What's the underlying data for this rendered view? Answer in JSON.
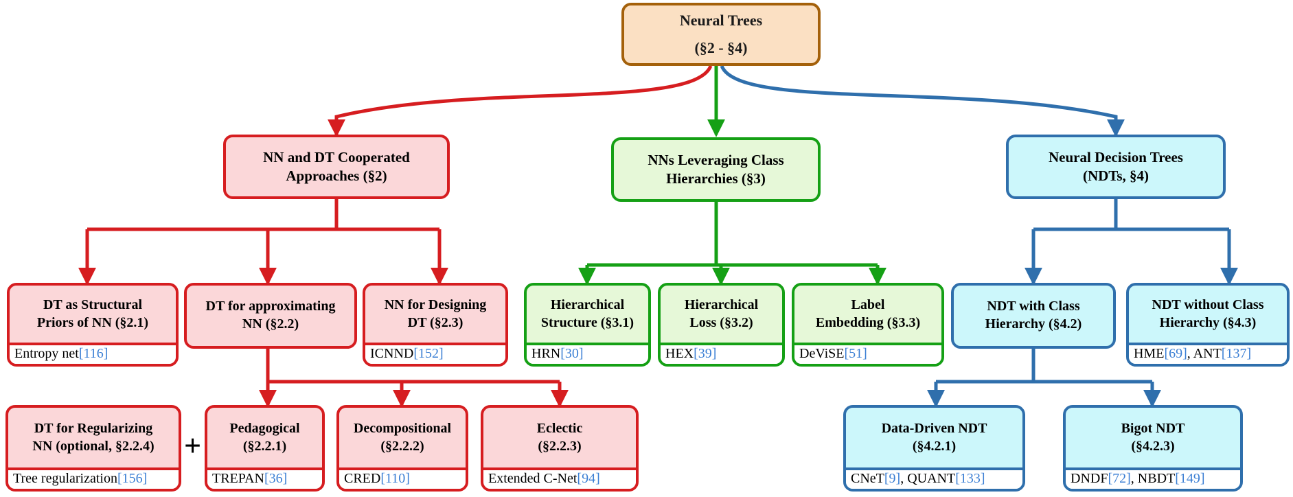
{
  "figure": {
    "type": "taxonomy-tree-diagram",
    "title": "Neural Trees taxonomy",
    "colors": {
      "root_border": "#a4610b",
      "root_fill": "#fbe0c3",
      "red_border": "#d61d20",
      "red_fill": "#fbd7d9",
      "green_border": "#15a015",
      "green_fill": "#e6f8d8",
      "blue_border": "#2f6fac",
      "blue_fill": "#ccf7fb",
      "reference_link": "#3b7fd4",
      "background": "#ffffff"
    }
  },
  "root": {
    "line1": "Neural Trees",
    "line2": "(§2 - §4)"
  },
  "branches": {
    "red": {
      "line1": "NN and DT Cooperated",
      "line2": "Approaches (§2)"
    },
    "green": {
      "line1": "NNs Leveraging Class",
      "line2": "Hierarchies (§3)"
    },
    "blue": {
      "line1": "Neural Decision Trees",
      "line2": "(NDTs, §4)"
    }
  },
  "red_level3": [
    {
      "line1": "DT as Structural",
      "line2": "Priors of NN (§2.1)",
      "cite_text": "Entropy net ",
      "cite_ref": "[116]"
    },
    {
      "line1": "DT for approximating",
      "line2": "NN (§2.2)",
      "cite_text": "",
      "cite_ref": ""
    },
    {
      "line1": "NN for Designing",
      "line2": "DT (§2.3)",
      "cite_text": "ICNND ",
      "cite_ref": "[152]"
    }
  ],
  "red_level4": [
    {
      "line1": "DT for Regularizing",
      "line2": "NN (optional, §2.2.4)",
      "cite_text": "Tree regularization ",
      "cite_ref": "[156]"
    },
    {
      "line1": "Pedagogical",
      "line2": "(§2.2.1)",
      "cite_text": "TREPAN ",
      "cite_ref": "[36]"
    },
    {
      "line1": "Decompositional",
      "line2": "(§2.2.2)",
      "cite_text": "CRED ",
      "cite_ref": "[110]"
    },
    {
      "line1": "Eclectic",
      "line2": "(§2.2.3)",
      "cite_text": "Extended C-Net ",
      "cite_ref": "[94]"
    }
  ],
  "plus_sign": "+",
  "green_level3": [
    {
      "line1": "Hierarchical",
      "line2": "Structure (§3.1)",
      "cite_text": "HRN ",
      "cite_ref": "[30]"
    },
    {
      "line1": "Hierarchical",
      "line2": "Loss (§3.2)",
      "cite_text": "HEX ",
      "cite_ref": "[39]"
    },
    {
      "line1": "Label",
      "line2": "Embedding (§3.3)",
      "cite_text": "DeViSE ",
      "cite_ref": "[51]"
    }
  ],
  "blue_level3": [
    {
      "line1": "NDT with Class",
      "line2": "Hierarchy (§4.2)",
      "cite_text": "",
      "cite_ref": ""
    },
    {
      "line1": "NDT without Class",
      "line2": "Hierarchy (§4.3)",
      "cite_text": "HME ",
      "cite_ref": "[69]",
      "cite_text2": ", ANT ",
      "cite_ref2": "[137]"
    }
  ],
  "blue_level4": [
    {
      "line1": "Data-Driven NDT",
      "line2": "(§4.2.1)",
      "cite_text": "CNeT",
      "cite_ref": "[9]",
      "cite_text2": ", QUANT ",
      "cite_ref2": "[133]"
    },
    {
      "line1": "Bigot NDT",
      "line2": "(§4.2.3)",
      "cite_text": "DNDF",
      "cite_ref": "[72]",
      "cite_text2": ", NBDT ",
      "cite_ref2": "[149]"
    }
  ]
}
